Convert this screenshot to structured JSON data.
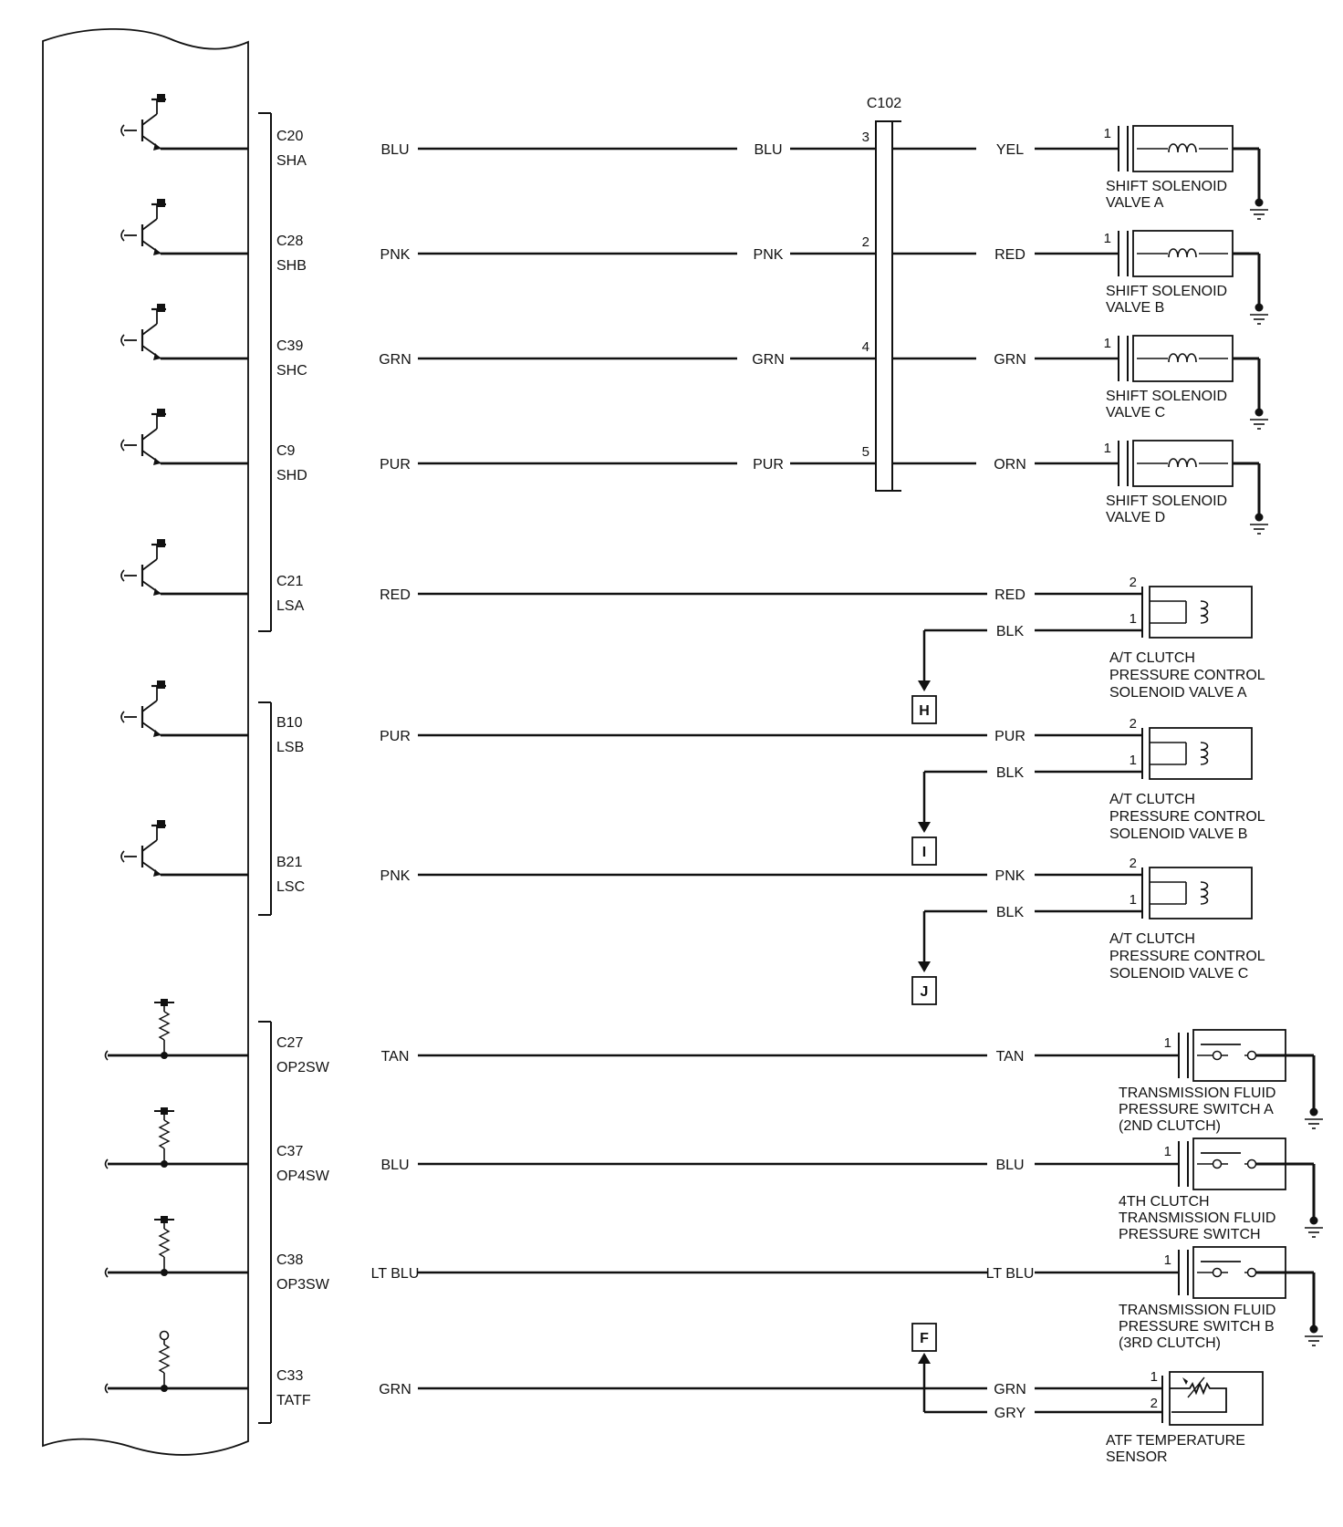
{
  "ecm_groups": [
    {
      "circuits": [
        {
          "pin": "C20",
          "signal": "SHA",
          "wire_left": "BLU",
          "wire_mid": "BLU",
          "conn_pin": "3",
          "wire_right": "YEL",
          "component": {
            "type": "shift_solenoid",
            "pin": "1",
            "name_lines": [
              "SHIFT SOLENOID",
              "VALVE A"
            ]
          }
        },
        {
          "pin": "C28",
          "signal": "SHB",
          "wire_left": "PNK",
          "wire_mid": "PNK",
          "conn_pin": "2",
          "wire_right": "RED",
          "component": {
            "type": "shift_solenoid",
            "pin": "1",
            "name_lines": [
              "SHIFT SOLENOID",
              "VALVE B"
            ]
          }
        },
        {
          "pin": "C39",
          "signal": "SHC",
          "wire_left": "GRN",
          "wire_mid": "GRN",
          "conn_pin": "4",
          "wire_right": "GRN",
          "component": {
            "type": "shift_solenoid",
            "pin": "1",
            "name_lines": [
              "SHIFT SOLENOID",
              "VALVE C"
            ]
          }
        },
        {
          "pin": "C9",
          "signal": "SHD",
          "wire_left": "PUR",
          "wire_mid": "PUR",
          "conn_pin": "5",
          "wire_right": "ORN",
          "component": {
            "type": "shift_solenoid",
            "pin": "1",
            "name_lines": [
              "SHIFT SOLENOID",
              "VALVE D"
            ]
          }
        },
        {
          "pin": "C21",
          "signal": "LSA",
          "wire_left": "RED",
          "wire_right": "RED",
          "return_wire": "BLK",
          "ground_point": "H",
          "component": {
            "type": "pressure_solenoid",
            "pin_signal": "2",
            "pin_return": "1",
            "name_lines": [
              "A/T CLUTCH",
              "PRESSURE CONTROL",
              "SOLENOID VALVE A"
            ]
          }
        }
      ]
    },
    {
      "circuits": [
        {
          "pin": "B10",
          "signal": "LSB",
          "wire_left": "PUR",
          "wire_right": "PUR",
          "return_wire": "BLK",
          "ground_point": "I",
          "component": {
            "type": "pressure_solenoid",
            "pin_signal": "2",
            "pin_return": "1",
            "name_lines": [
              "A/T CLUTCH",
              "PRESSURE CONTROL",
              "SOLENOID VALVE B"
            ]
          }
        },
        {
          "pin": "B21",
          "signal": "LSC",
          "wire_left": "PNK",
          "wire_right": "PNK",
          "return_wire": "BLK",
          "ground_point": "J",
          "component": {
            "type": "pressure_solenoid",
            "pin_signal": "2",
            "pin_return": "1",
            "name_lines": [
              "A/T CLUTCH",
              "PRESSURE CONTROL",
              "SOLENOID VALVE C"
            ]
          }
        }
      ]
    },
    {
      "circuits": [
        {
          "pin": "C27",
          "signal": "OP2SW",
          "wire_left": "TAN",
          "wire_right": "TAN",
          "component": {
            "type": "pressure_switch",
            "pin": "1",
            "name_lines": [
              "TRANSMISSION FLUID",
              "PRESSURE SWITCH A",
              "(2ND CLUTCH)"
            ]
          }
        },
        {
          "pin": "C37",
          "signal": "OP4SW",
          "wire_left": "BLU",
          "wire_right": "BLU",
          "component": {
            "type": "pressure_switch",
            "pin": "1",
            "name_lines": [
              "4TH CLUTCH",
              "TRANSMISSION FLUID",
              "PRESSURE SWITCH"
            ]
          }
        },
        {
          "pin": "C38",
          "signal": "OP3SW",
          "wire_left": "LT BLU",
          "wire_right": "LT BLU",
          "component": {
            "type": "pressure_switch",
            "pin": "1",
            "name_lines": [
              "TRANSMISSION FLUID",
              "PRESSURE SWITCH B",
              "(3RD CLUTCH)"
            ]
          }
        },
        {
          "pin": "C33",
          "signal": "TATF",
          "wire_left": "GRN",
          "wire_right": "GRN",
          "return_wire": "GRY",
          "ground_point": "F",
          "component": {
            "type": "temp_sensor",
            "pin_signal": "1",
            "pin_return": "2",
            "name_lines": [
              "ATF TEMPERATURE",
              "SENSOR"
            ]
          }
        }
      ]
    }
  ],
  "connector": {
    "name": "C102"
  }
}
